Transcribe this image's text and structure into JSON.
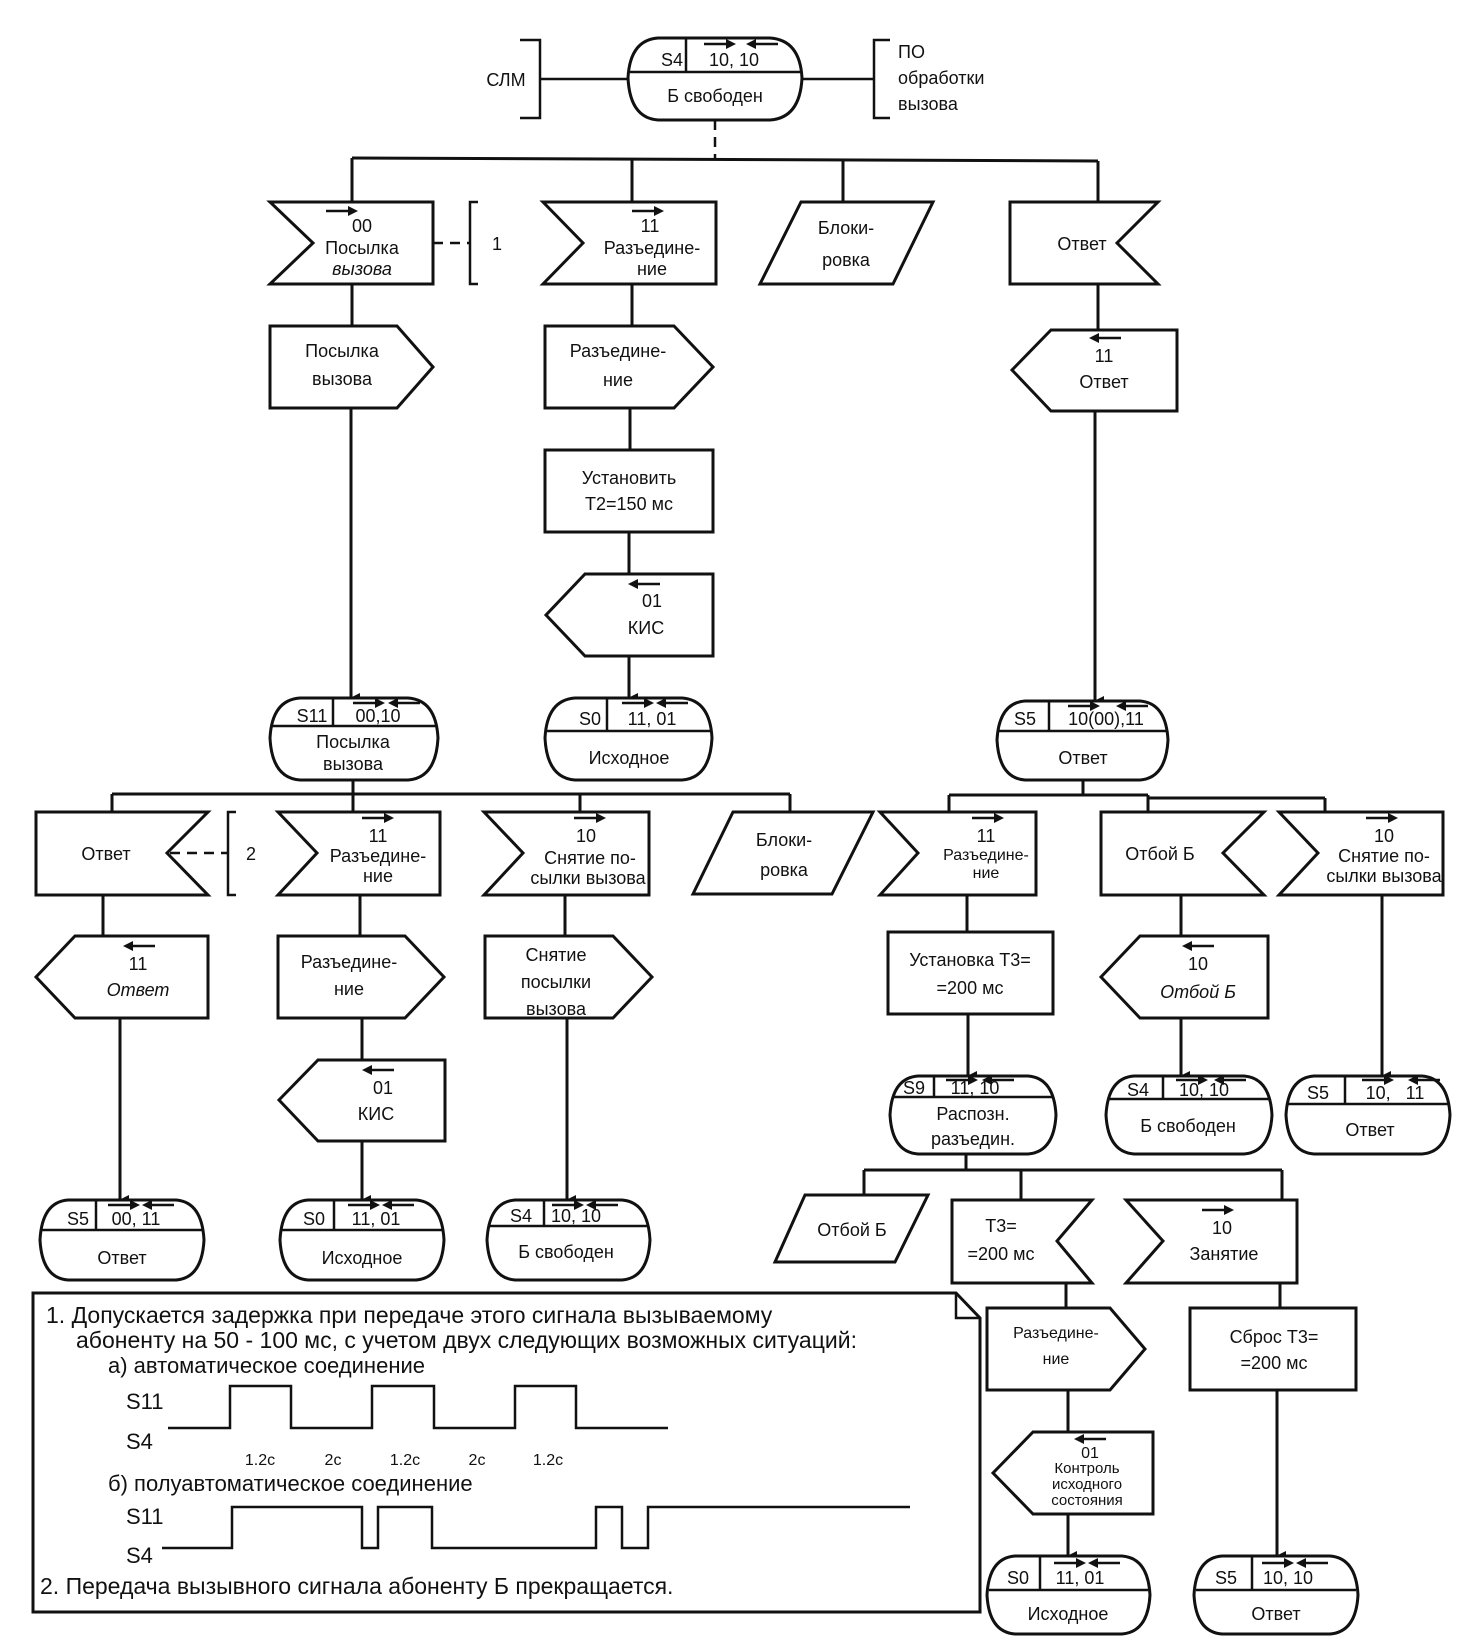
{
  "diagram": {
    "type": "SDL state transition diagram",
    "side_labels": {
      "left": "СЛМ",
      "right": [
        "ПО",
        "обработки",
        "вызова"
      ]
    },
    "states": {
      "top": {
        "id": "S4",
        "signals": "10, 10",
        "name": [
          "Б свободен"
        ]
      },
      "s11": {
        "id": "S11",
        "signals": "00,10",
        "name": [
          "Посылка",
          "вызова"
        ]
      },
      "s0a": {
        "id": "S0",
        "signals": "11, 01",
        "name": [
          "Исходное"
        ]
      },
      "s5a": {
        "id": "S5",
        "signals": "10(00),11",
        "name": [
          "Ответ"
        ]
      },
      "s5b": {
        "id": "S5",
        "signals": "00, 11",
        "name": [
          "Ответ"
        ]
      },
      "s0b": {
        "id": "S0",
        "signals": "11, 01",
        "name": [
          "Исходное"
        ]
      },
      "s4b": {
        "id": "S4",
        "signals": "10, 10",
        "name": [
          "Б свободен"
        ]
      },
      "s9": {
        "id": "S9",
        "signals": "11, 10",
        "name": [
          "Распозн.",
          "разъедин."
        ]
      },
      "s4c": {
        "id": "S4",
        "signals": "10, 10",
        "name": [
          "Б свободен"
        ]
      },
      "s5c": {
        "id": "S5",
        "signals": "10,   11",
        "name": [
          "Ответ"
        ]
      },
      "s0c": {
        "id": "S0",
        "signals": "11, 01",
        "name": [
          "Исходное"
        ]
      },
      "s5d": {
        "id": "S5",
        "signals": "10, 10",
        "name": [
          "Ответ"
        ]
      }
    },
    "level1": {
      "in_call": {
        "code": "00",
        "lines": [
          "Посылка",
          "вызова"
        ]
      },
      "in_disc": {
        "code": "11",
        "lines": [
          "Разъедине-",
          "ние"
        ]
      },
      "block": {
        "lines": [
          "Блоки-",
          "ровка"
        ]
      },
      "in_answer": {
        "lines": [
          "Ответ"
        ]
      },
      "note_ref_1": "1"
    },
    "col_call": {
      "out_call": {
        "lines": [
          "Посылка",
          "вызова"
        ]
      }
    },
    "col_disc": {
      "out_disc": {
        "lines": [
          "Разъедине-",
          "ние"
        ]
      },
      "task_t2": {
        "lines": [
          "Установить",
          "Т2=150 мс"
        ]
      },
      "out_kis": {
        "code": "01",
        "lines": [
          "КИС"
        ]
      }
    },
    "col_answer": {
      "out_answer": {
        "code": "11",
        "lines": [
          "Ответ"
        ]
      }
    },
    "level2_left": {
      "in_answer": {
        "lines": [
          "Ответ"
        ]
      },
      "note_ref_2": "2",
      "in_disc": {
        "code": "11",
        "lines": [
          "Разъедине-",
          "ние"
        ]
      },
      "in_cancel": {
        "code": "10",
        "lines": [
          "Снятие по-",
          "сылки вызова"
        ]
      },
      "block": {
        "lines": [
          "Блоки-",
          "ровка"
        ]
      },
      "out_answer": {
        "code": "11",
        "lines": [
          "Ответ"
        ]
      },
      "out_disc": {
        "lines": [
          "Разъедине-",
          "ние"
        ]
      },
      "out_kis": {
        "code": "01",
        "lines": [
          "КИС"
        ]
      },
      "out_cancel": {
        "lines": [
          "Снятие",
          "посылки",
          "вызова"
        ]
      }
    },
    "level2_right": {
      "in_disc": {
        "code": "11",
        "lines": [
          "Разъедине-",
          "ние"
        ]
      },
      "in_release": {
        "lines": [
          "Отбой Б"
        ]
      },
      "in_cancel": {
        "code": "10",
        "lines": [
          "Снятие по-",
          "сылки вызова"
        ]
      },
      "task_t3": {
        "lines": [
          "Установка Т3=",
          "=200 мс"
        ]
      },
      "out_release": {
        "code": "10",
        "lines": [
          "Отбой Б"
        ]
      }
    },
    "level3": {
      "block_release": {
        "lines": [
          "Отбой Б"
        ]
      },
      "timer_t3": {
        "lines": [
          "Т3=",
          "=200 мс"
        ]
      },
      "in_seize": {
        "code": "10",
        "lines": [
          "Занятие"
        ]
      },
      "out_disc": {
        "lines": [
          "Разъедине-",
          "ние"
        ]
      },
      "task_reset": {
        "lines": [
          "Сброс Т3=",
          "=200 мс"
        ]
      },
      "out_control": {
        "code": "01",
        "lines": [
          "Контроль",
          "исходного",
          "состояния"
        ]
      }
    }
  },
  "note": {
    "item1_line1": "1. Допускается  задержка при передаче этого сигнала вызываемому",
    "item1_line2": "абоненту на 50 - 100 мс, с учетом двух следующих возможных ситуаций:",
    "case_a": "а) автоматическое соединение",
    "case_b": "б) полуавтоматическое соединение",
    "level_high": "S11",
    "level_low": "S4",
    "timing_a": [
      "1.2с",
      "2с",
      "1.2с",
      "2с",
      "1.2с"
    ],
    "item2": "2. Передача вызывного сигнала абоненту Б прекращается."
  }
}
